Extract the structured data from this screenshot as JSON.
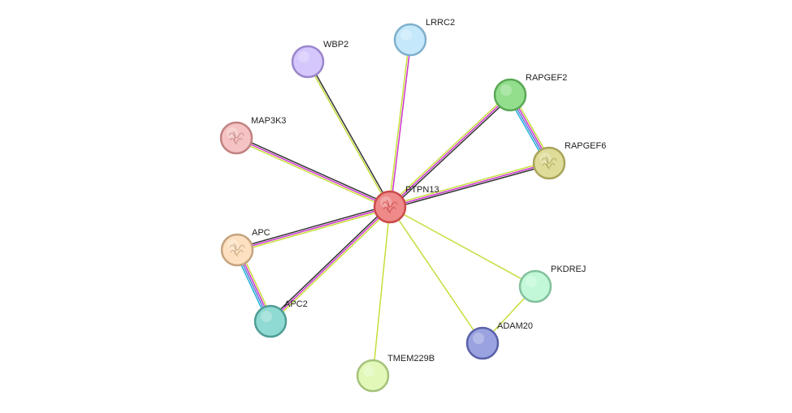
{
  "network": {
    "nodes": [
      {
        "id": "PTPN13",
        "label": "PTPN13",
        "fill": "#ee8a8a",
        "stroke": "#cc4a4a",
        "structure": true
      },
      {
        "id": "LRRC2",
        "label": "LRRC2",
        "fill": "#c6e8fb",
        "stroke": "#7fb0cc",
        "structure": false
      },
      {
        "id": "WBP2",
        "label": "WBP2",
        "fill": "#d5c6fb",
        "stroke": "#9a86cc",
        "structure": false
      },
      {
        "id": "RAPGEF2",
        "label": "RAPGEF2",
        "fill": "#92de8c",
        "stroke": "#5aa855",
        "structure": false
      },
      {
        "id": "MAP3K3",
        "label": "MAP3K3",
        "fill": "#f5c3c3",
        "stroke": "#c28282",
        "structure": true
      },
      {
        "id": "RAPGEF6",
        "label": "RAPGEF6",
        "fill": "#dedc98",
        "stroke": "#a9a55b",
        "structure": true
      },
      {
        "id": "APC",
        "label": "APC",
        "fill": "#fce0c0",
        "stroke": "#c5a37e",
        "structure": true
      },
      {
        "id": "APC2",
        "label": "APC2",
        "fill": "#8fdad2",
        "stroke": "#4f9e96",
        "structure": false
      },
      {
        "id": "PKDREJ",
        "label": "PKDREJ",
        "fill": "#c2f8d8",
        "stroke": "#82c19c",
        "structure": false
      },
      {
        "id": "ADAM20",
        "label": "ADAM20",
        "fill": "#9aa3e0",
        "stroke": "#5a62a8",
        "structure": false
      },
      {
        "id": "TMEM229B",
        "label": "TMEM229B",
        "fill": "#e2f8b8",
        "stroke": "#a5c27a",
        "structure": false
      }
    ],
    "edges": [
      {
        "source": "PTPN13",
        "target": "LRRC2",
        "evidence": [
          "textmining",
          "experiments"
        ]
      },
      {
        "source": "PTPN13",
        "target": "WBP2",
        "evidence": [
          "textmining",
          "coexpression"
        ]
      },
      {
        "source": "PTPN13",
        "target": "RAPGEF2",
        "evidence": [
          "textmining",
          "experiments",
          "coexpression"
        ]
      },
      {
        "source": "PTPN13",
        "target": "MAP3K3",
        "evidence": [
          "textmining",
          "experiments",
          "coexpression"
        ]
      },
      {
        "source": "PTPN13",
        "target": "RAPGEF6",
        "evidence": [
          "textmining",
          "experiments",
          "coexpression"
        ]
      },
      {
        "source": "PTPN13",
        "target": "APC",
        "evidence": [
          "textmining",
          "experiments",
          "coexpression"
        ]
      },
      {
        "source": "PTPN13",
        "target": "APC2",
        "evidence": [
          "textmining",
          "experiments",
          "coexpression"
        ]
      },
      {
        "source": "PTPN13",
        "target": "PKDREJ",
        "evidence": [
          "textmining"
        ]
      },
      {
        "source": "PTPN13",
        "target": "ADAM20",
        "evidence": [
          "textmining"
        ]
      },
      {
        "source": "PTPN13",
        "target": "TMEM229B",
        "evidence": [
          "textmining"
        ]
      },
      {
        "source": "RAPGEF2",
        "target": "RAPGEF6",
        "evidence": [
          "textmining",
          "experiments",
          "homology",
          "database"
        ]
      },
      {
        "source": "APC",
        "target": "APC2",
        "evidence": [
          "textmining",
          "experiments",
          "homology",
          "database"
        ]
      },
      {
        "source": "PKDREJ",
        "target": "ADAM20",
        "evidence": [
          "textmining"
        ]
      }
    ],
    "evidence_colors": {
      "textmining": "#c8dc3c",
      "experiments": "#cc33cc",
      "coexpression": "#333333",
      "homology": "#5b7bd6",
      "database": "#20b4d8"
    }
  }
}
